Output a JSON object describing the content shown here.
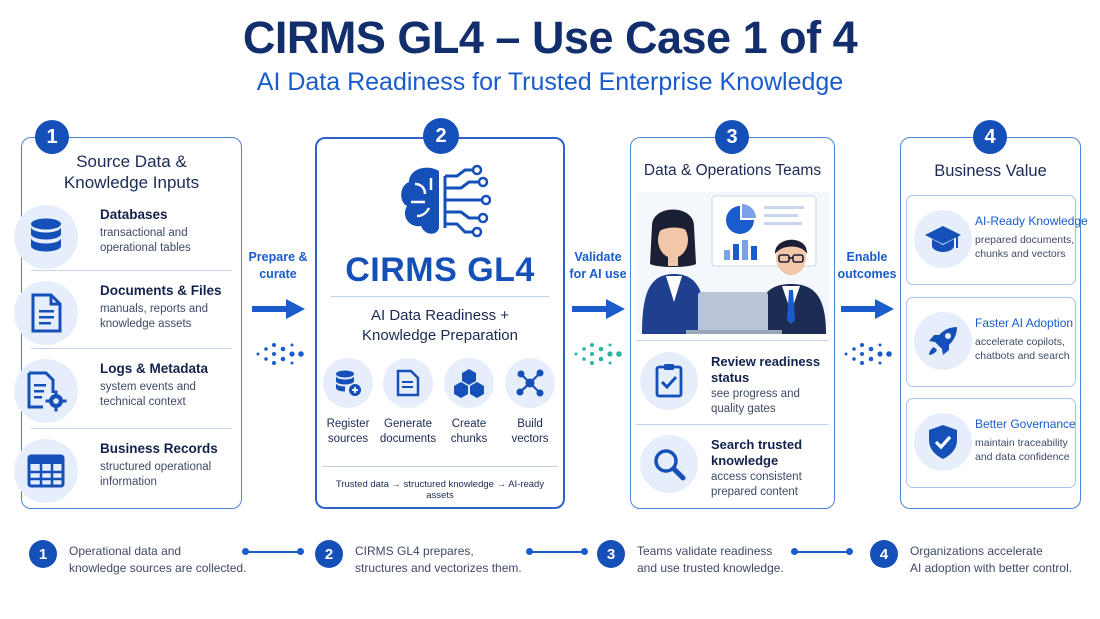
{
  "header": {
    "title": "CIRMS GL4 – Use Case 1 of 4",
    "subtitle": "AI Data Readiness for Trusted Enterprise Knowledge"
  },
  "colors": {
    "primary": "#1550b8",
    "accent": "#1a5ccc",
    "dark": "#122e6c",
    "dots_teal": "#2bb3a3"
  },
  "panel1": {
    "number": "1",
    "title_line1": "Source Data &",
    "title_line2": "Knowledge Inputs",
    "items": [
      {
        "icon": "database-icon",
        "title": "Databases",
        "desc_line1": "transactional and",
        "desc_line2": "operational tables"
      },
      {
        "icon": "document-icon",
        "title": "Documents & Files",
        "desc_line1": "manuals, reports and",
        "desc_line2": "knowledge assets"
      },
      {
        "icon": "log-gear-icon",
        "title": "Logs & Metadata",
        "desc_line1": "system events and",
        "desc_line2": "technical context"
      },
      {
        "icon": "table-icon",
        "title": "Business Records",
        "desc_line1": "structured operational",
        "desc_line2": "information"
      }
    ]
  },
  "flow": {
    "f1_line1": "Prepare &",
    "f1_line2": "curate",
    "f2_line1": "Validate",
    "f2_line2": "for AI use",
    "f3_line1": "Enable",
    "f3_line2": "outcomes"
  },
  "panel2": {
    "number": "2",
    "brand": "CIRMS GL4",
    "sub_line1": "AI Data Readiness +",
    "sub_line2": "Knowledge Preparation",
    "steps": [
      {
        "icon": "register-db-icon",
        "line1": "Register",
        "line2": "sources"
      },
      {
        "icon": "generate-doc-icon",
        "line1": "Generate",
        "line2": "documents"
      },
      {
        "icon": "cubes-icon",
        "line1": "Create",
        "line2": "chunks"
      },
      {
        "icon": "vector-nodes-icon",
        "line1": "Build",
        "line2": "vectors"
      }
    ],
    "footer": "Trusted data → structured knowledge → AI-ready assets"
  },
  "panel3": {
    "number": "3",
    "title": "Data & Operations Teams",
    "items": [
      {
        "icon": "checklist-icon",
        "title_line1": "Review readiness",
        "title_line2": "status",
        "desc_line1": "see progress and",
        "desc_line2": "quality gates"
      },
      {
        "icon": "magnifier-icon",
        "title_line1": "Search trusted",
        "title_line2": "knowledge",
        "desc_line1": "access consistent",
        "desc_line2": "prepared content"
      }
    ]
  },
  "panel4": {
    "number": "4",
    "title": "Business Value",
    "items": [
      {
        "icon": "graduation-cap-icon",
        "title": "AI-Ready Knowledge",
        "desc_line1": "prepared documents,",
        "desc_line2": "chunks and vectors"
      },
      {
        "icon": "rocket-icon",
        "title": "Faster AI Adoption",
        "desc_line1": "accelerate copilots,",
        "desc_line2": "chatbots and search"
      },
      {
        "icon": "shield-check-icon",
        "title": "Better Governance",
        "desc_line1": "maintain traceability",
        "desc_line2": "and data confidence"
      }
    ]
  },
  "bottom_steps": [
    {
      "number": "1",
      "line1": "Operational data and",
      "line2": "knowledge sources are collected."
    },
    {
      "number": "2",
      "line1": "CIRMS GL4 prepares,",
      "line2": "structures and vectorizes them."
    },
    {
      "number": "3",
      "line1": "Teams validate readiness",
      "line2": "and use trusted knowledge."
    },
    {
      "number": "4",
      "line1": "Organizations accelerate",
      "line2": "AI adoption with better control."
    }
  ]
}
